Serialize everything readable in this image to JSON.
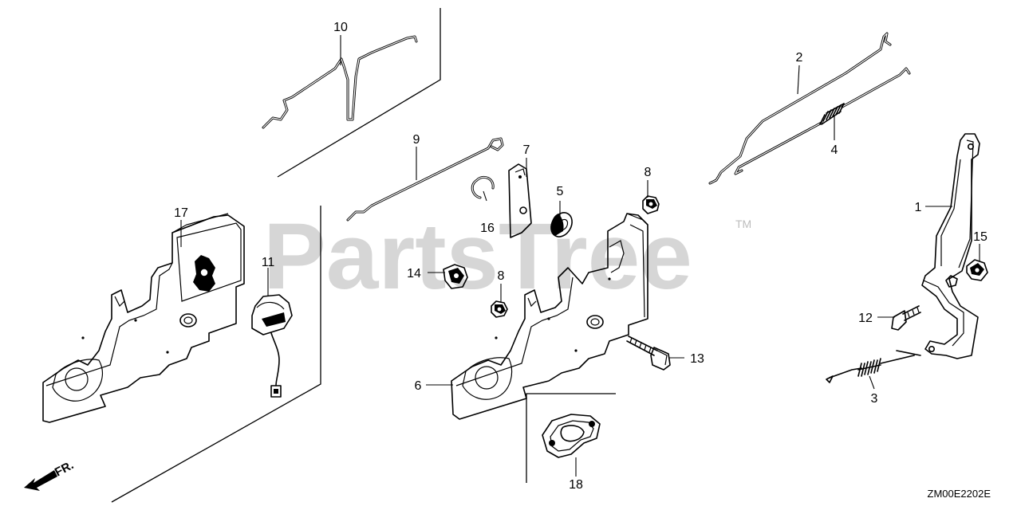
{
  "diagram": {
    "watermark": "PartsTree",
    "trademark": "TM",
    "diagram_code": "ZM00E2202E",
    "direction_label": "FR.",
    "callouts": [
      {
        "id": "1",
        "label": "1"
      },
      {
        "id": "2",
        "label": "2"
      },
      {
        "id": "3",
        "label": "3"
      },
      {
        "id": "4",
        "label": "4"
      },
      {
        "id": "5",
        "label": "5"
      },
      {
        "id": "6",
        "label": "6"
      },
      {
        "id": "7",
        "label": "7"
      },
      {
        "id": "8a",
        "label": "8"
      },
      {
        "id": "8b",
        "label": "8"
      },
      {
        "id": "9",
        "label": "9"
      },
      {
        "id": "10",
        "label": "10"
      },
      {
        "id": "11",
        "label": "11"
      },
      {
        "id": "12",
        "label": "12"
      },
      {
        "id": "13",
        "label": "13"
      },
      {
        "id": "14",
        "label": "14"
      },
      {
        "id": "15",
        "label": "15"
      },
      {
        "id": "16",
        "label": "16"
      },
      {
        "id": "17",
        "label": "17"
      },
      {
        "id": "18",
        "label": "18"
      }
    ]
  }
}
